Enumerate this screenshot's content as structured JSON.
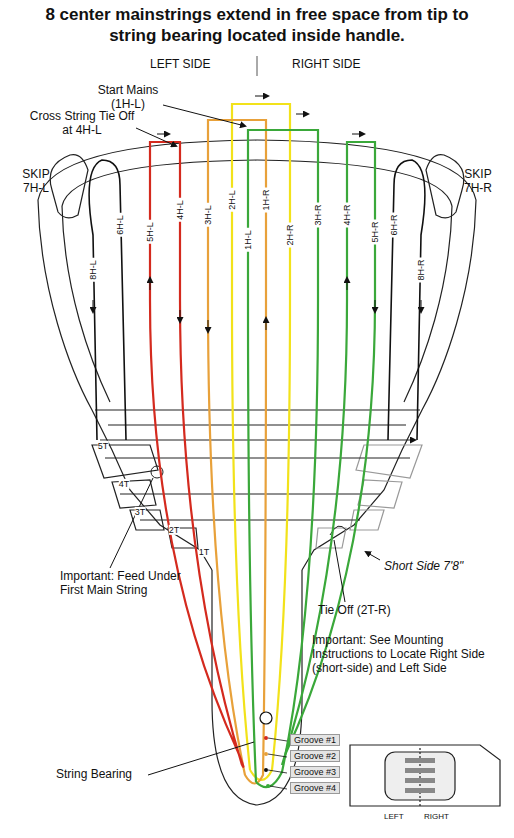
{
  "diagram": {
    "title": "8 center mainstrings extend in free space from tip to string bearing located inside handle.",
    "labels": [
      "LEFT SIDE",
      "RIGHT SIDE",
      "Start Mains (1H-L)",
      "Cross String Tie Off at 4H-L",
      "SKIP 7H-L",
      "SKIP 7H-R",
      "8H-L",
      "6H-L",
      "5H-L",
      "4H-L",
      "3H-L",
      "2H-L",
      "1H-L",
      "1H-R",
      "2H-R",
      "3H-R",
      "4H-R",
      "5H-R",
      "6H-R",
      "8H-R",
      "5T",
      "4T",
      "3T",
      "2T",
      "1T",
      "Important: Feed Under First Main String",
      "Short Side 7'8\"",
      "Tie Off (2T-R)",
      "Important: See Mounting Instructions to Locate Right Side (short-side) and Left Side",
      "Groove #1",
      "Groove #2",
      "Groove #3",
      "Groove #4",
      "String Bearing",
      "LEFT",
      "RIGHT"
    ]
  }
}
